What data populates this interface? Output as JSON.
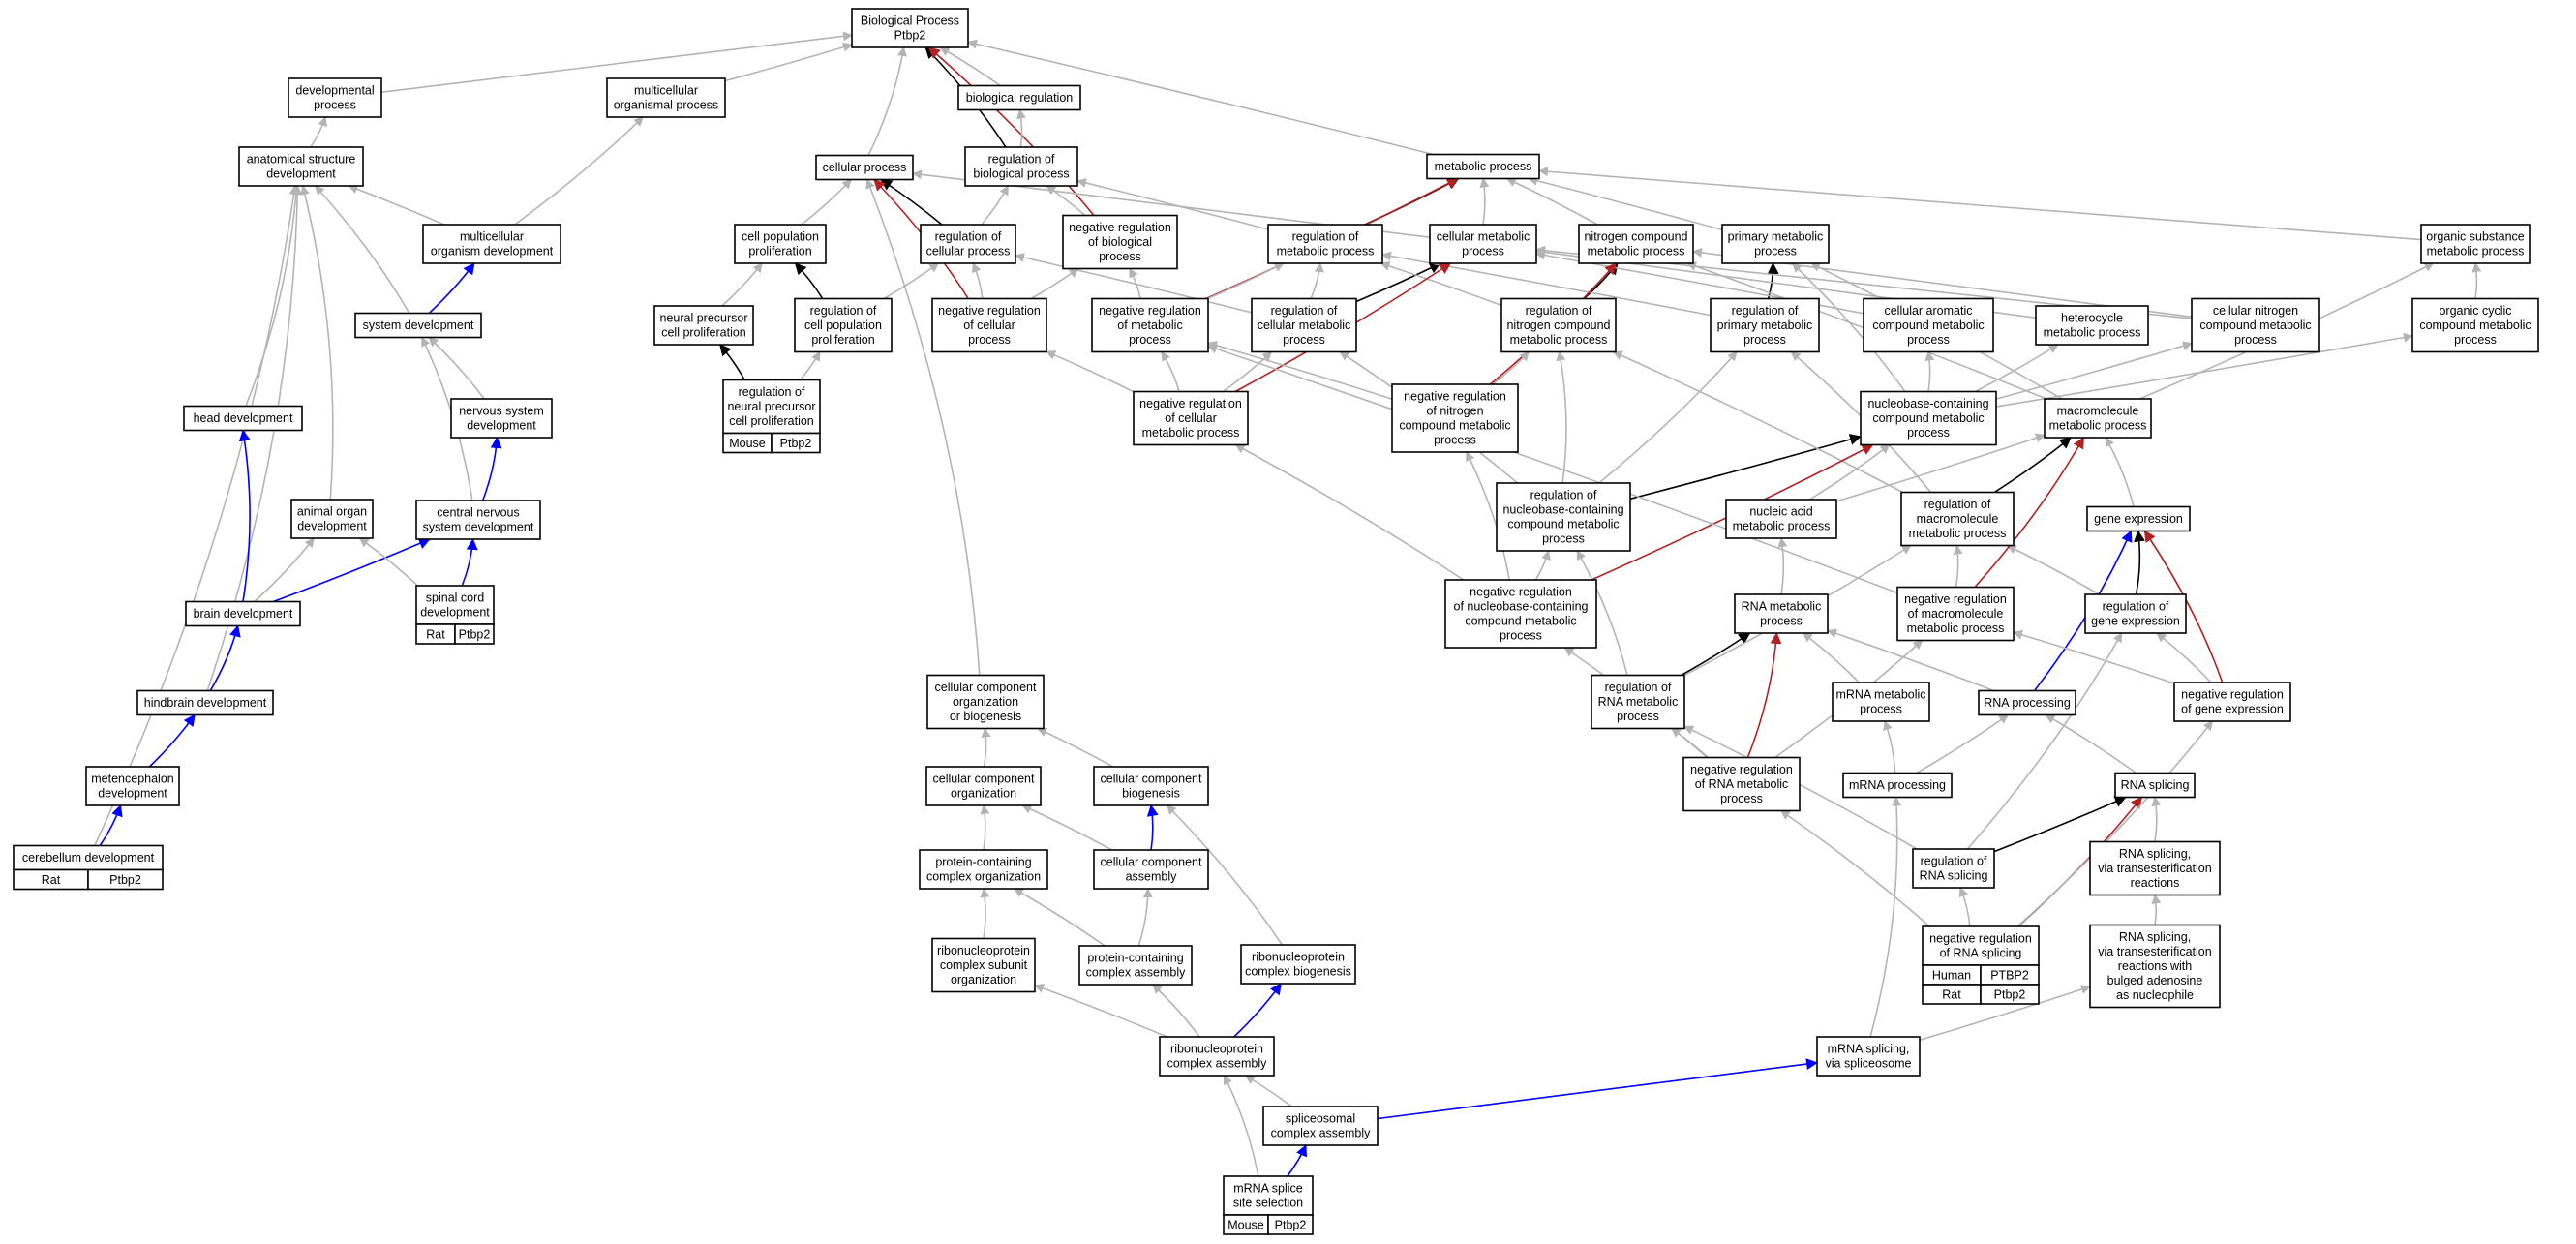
{
  "colors": {
    "is_a": "#b4b4b4",
    "regulates": "#000000",
    "negatively_regulates": "#b22222",
    "part_of": "#0000ff",
    "mouse": "#add8e6",
    "rat": "#ffd700",
    "human": "#f4624a"
  },
  "nodes": [
    {
      "id": "bp",
      "lines": [
        "Biological Process",
        "Ptbp2"
      ]
    },
    {
      "id": "devproc",
      "lines": [
        "developmental",
        "process"
      ]
    },
    {
      "id": "mop",
      "lines": [
        "multicellular",
        "organismal process"
      ]
    },
    {
      "id": "bioreg",
      "lines": [
        "biological regulation"
      ]
    },
    {
      "id": "asd",
      "lines": [
        "anatomical structure",
        "development"
      ]
    },
    {
      "id": "cellproc",
      "lines": [
        "cellular process"
      ]
    },
    {
      "id": "regbp",
      "lines": [
        "regulation of",
        "biological process"
      ]
    },
    {
      "id": "metproc",
      "lines": [
        "metabolic process"
      ]
    },
    {
      "id": "mod",
      "lines": [
        "multicellular",
        "organism development"
      ]
    },
    {
      "id": "cpp",
      "lines": [
        "cell population",
        "proliferation"
      ]
    },
    {
      "id": "regcp",
      "lines": [
        "regulation of",
        "cellular process"
      ]
    },
    {
      "id": "nrbp",
      "lines": [
        "negative regulation",
        "of biological",
        "process"
      ]
    },
    {
      "id": "regmp",
      "lines": [
        "regulation of",
        "metabolic process"
      ]
    },
    {
      "id": "cmp",
      "lines": [
        "cellular metabolic",
        "process"
      ]
    },
    {
      "id": "ncmp",
      "lines": [
        "nitrogen compound",
        "metabolic process"
      ]
    },
    {
      "id": "pmp",
      "lines": [
        "primary metabolic",
        "process"
      ]
    },
    {
      "id": "osmp",
      "lines": [
        "organic substance",
        "metabolic process"
      ]
    },
    {
      "id": "sysdev",
      "lines": [
        "system development"
      ]
    },
    {
      "id": "npcp",
      "lines": [
        "neural precursor",
        "cell proliferation"
      ]
    },
    {
      "id": "regcpp",
      "lines": [
        "regulation of",
        "cell population",
        "proliferation"
      ]
    },
    {
      "id": "nrcp",
      "lines": [
        "negative regulation",
        "of cellular",
        "process"
      ]
    },
    {
      "id": "nrmp",
      "lines": [
        "negative regulation",
        "of metabolic",
        "process"
      ]
    },
    {
      "id": "regcmp",
      "lines": [
        "regulation of",
        "cellular metabolic",
        "process"
      ]
    },
    {
      "id": "regncmp",
      "lines": [
        "regulation of",
        "nitrogen compound",
        "metabolic process"
      ]
    },
    {
      "id": "regpmp",
      "lines": [
        "regulation of",
        "primary metabolic",
        "process"
      ]
    },
    {
      "id": "cacmp",
      "lines": [
        "cellular aromatic",
        "compound metabolic",
        "process"
      ]
    },
    {
      "id": "hmp",
      "lines": [
        "heterocycle",
        "metabolic process"
      ]
    },
    {
      "id": "cncmp",
      "lines": [
        "cellular nitrogen",
        "compound metabolic",
        "process"
      ]
    },
    {
      "id": "occmp",
      "lines": [
        "organic cyclic",
        "compound metabolic",
        "process"
      ]
    },
    {
      "id": "headdev",
      "lines": [
        "head development"
      ]
    },
    {
      "id": "nsd",
      "lines": [
        "nervous system",
        "development"
      ]
    },
    {
      "id": "regnpcp",
      "lines": [
        "regulation of",
        "neural precursor",
        "cell proliferation"
      ],
      "annotations": [
        {
          "species": "Mouse",
          "gene": "Ptbp2",
          "color": "mouse"
        }
      ]
    },
    {
      "id": "nrcmp",
      "lines": [
        "negative regulation",
        "of cellular",
        "metabolic process"
      ]
    },
    {
      "id": "nrncmp",
      "lines": [
        "negative regulation",
        "of nitrogen",
        "compound metabolic",
        "process"
      ]
    },
    {
      "id": "nbcmp",
      "lines": [
        "nucleobase-containing",
        "compound metabolic",
        "process"
      ]
    },
    {
      "id": "macmp",
      "lines": [
        "macromolecule",
        "metabolic process"
      ]
    },
    {
      "id": "aod",
      "lines": [
        "animal organ",
        "development"
      ]
    },
    {
      "id": "cnsd",
      "lines": [
        "central nervous",
        "system development"
      ]
    },
    {
      "id": "regnbcmp",
      "lines": [
        "regulation of",
        "nucleobase-containing",
        "compound metabolic",
        "process"
      ]
    },
    {
      "id": "namp",
      "lines": [
        "nucleic acid",
        "metabolic process"
      ]
    },
    {
      "id": "regmacmp",
      "lines": [
        "regulation of",
        "macromolecule",
        "metabolic process"
      ]
    },
    {
      "id": "geneexp",
      "lines": [
        "gene expression"
      ]
    },
    {
      "id": "braindev",
      "lines": [
        "brain development"
      ]
    },
    {
      "id": "scd",
      "lines": [
        "spinal cord",
        "development"
      ],
      "annotations": [
        {
          "species": "Rat",
          "gene": "Ptbp2",
          "color": "rat"
        }
      ]
    },
    {
      "id": "nrnbcmp",
      "lines": [
        "negative regulation",
        "of nucleobase-containing",
        "compound metabolic",
        "process"
      ]
    },
    {
      "id": "rnamp",
      "lines": [
        "RNA metabolic",
        "process"
      ]
    },
    {
      "id": "nrmacmp",
      "lines": [
        "negative regulation",
        "of macromolecule",
        "metabolic process"
      ]
    },
    {
      "id": "reggeneexp",
      "lines": [
        "regulation of",
        "gene expression"
      ]
    },
    {
      "id": "ccob",
      "lines": [
        "cellular component",
        "organization",
        "or biogenesis"
      ]
    },
    {
      "id": "hbd",
      "lines": [
        "hindbrain development"
      ]
    },
    {
      "id": "regrnamp",
      "lines": [
        "regulation of",
        "RNA metabolic",
        "process"
      ]
    },
    {
      "id": "mrnamp",
      "lines": [
        "mRNA metabolic",
        "process"
      ]
    },
    {
      "id": "rnaproc",
      "lines": [
        "RNA processing"
      ]
    },
    {
      "id": "nrgeneexp",
      "lines": [
        "negative regulation",
        "of gene expression"
      ]
    },
    {
      "id": "ccorg",
      "lines": [
        "cellular component",
        "organization"
      ]
    },
    {
      "id": "ccbio",
      "lines": [
        "cellular component",
        "biogenesis"
      ]
    },
    {
      "id": "metd",
      "lines": [
        "metencephalon",
        "development"
      ]
    },
    {
      "id": "nrrnamp",
      "lines": [
        "negative regulation",
        "of RNA metabolic",
        "process"
      ]
    },
    {
      "id": "mrnaproc",
      "lines": [
        "mRNA processing"
      ]
    },
    {
      "id": "rnasplicing",
      "lines": [
        "RNA splicing"
      ]
    },
    {
      "id": "cbd",
      "lines": [
        "cerebellum development"
      ],
      "annotations": [
        {
          "species": "Rat",
          "gene": "Ptbp2",
          "color": "rat"
        }
      ]
    },
    {
      "id": "pcco",
      "lines": [
        "protein-containing",
        "complex organization"
      ]
    },
    {
      "id": "cca",
      "lines": [
        "cellular component",
        "assembly"
      ]
    },
    {
      "id": "regrnas",
      "lines": [
        "regulation of",
        "RNA splicing"
      ]
    },
    {
      "id": "rnastr",
      "lines": [
        "RNA splicing,",
        "via transesterification",
        "reactions"
      ]
    },
    {
      "id": "rnpcso",
      "lines": [
        "ribonucleoprotein",
        "complex subunit",
        "organization"
      ]
    },
    {
      "id": "pcca",
      "lines": [
        "protein-containing",
        "complex assembly"
      ]
    },
    {
      "id": "rnpcb",
      "lines": [
        "ribonucleoprotein",
        "complex biogenesis"
      ]
    },
    {
      "id": "nrrnas",
      "lines": [
        "negative regulation",
        "of RNA splicing"
      ],
      "annotations": [
        {
          "species": "Human",
          "gene": "PTBP2",
          "color": "human"
        },
        {
          "species": "Rat",
          "gene": "Ptbp2",
          "color": "rat"
        }
      ]
    },
    {
      "id": "rnastrba",
      "lines": [
        "RNA splicing,",
        "via transesterification",
        "reactions with",
        "bulged adenosine",
        "as nucleophile"
      ]
    },
    {
      "id": "rnpca",
      "lines": [
        "ribonucleoprotein",
        "complex assembly"
      ]
    },
    {
      "id": "mrnass",
      "lines": [
        "mRNA splicing,",
        "via spliceosome"
      ]
    },
    {
      "id": "scass",
      "lines": [
        "spliceosomal",
        "complex assembly"
      ]
    },
    {
      "id": "mrnassel",
      "lines": [
        "mRNA splice",
        "site selection"
      ],
      "annotations": [
        {
          "species": "Mouse",
          "gene": "Ptbp2",
          "color": "mouse"
        }
      ]
    }
  ],
  "edges": [
    [
      "devproc",
      "bp",
      "is_a"
    ],
    [
      "mop",
      "bp",
      "is_a"
    ],
    [
      "bioreg",
      "bp",
      "is_a"
    ],
    [
      "cellproc",
      "bp",
      "is_a"
    ],
    [
      "regbp",
      "bp",
      "regulates"
    ],
    [
      "nrbp",
      "bp",
      "negatively_regulates"
    ],
    [
      "metproc",
      "bp",
      "is_a"
    ],
    [
      "asd",
      "devproc",
      "is_a"
    ],
    [
      "mod",
      "mop",
      "is_a"
    ],
    [
      "regbp",
      "bioreg",
      "is_a"
    ],
    [
      "mod",
      "asd",
      "is_a"
    ],
    [
      "sysdev",
      "asd",
      "is_a"
    ],
    [
      "headdev",
      "asd",
      "is_a"
    ],
    [
      "aod",
      "asd",
      "is_a"
    ],
    [
      "hbd",
      "asd",
      "is_a"
    ],
    [
      "cbd",
      "asd",
      "is_a"
    ],
    [
      "sysdev",
      "mod",
      "part_of"
    ],
    [
      "nsd",
      "sysdev",
      "is_a"
    ],
    [
      "cnsd",
      "sysdev",
      "is_a"
    ],
    [
      "cnsd",
      "nsd",
      "part_of"
    ],
    [
      "braindev",
      "cnsd",
      "part_of"
    ],
    [
      "scd",
      "cnsd",
      "part_of"
    ],
    [
      "braindev",
      "headdev",
      "part_of"
    ],
    [
      "braindev",
      "aod",
      "is_a"
    ],
    [
      "scd",
      "aod",
      "is_a"
    ],
    [
      "hbd",
      "braindev",
      "part_of"
    ],
    [
      "metd",
      "hbd",
      "part_of"
    ],
    [
      "cbd",
      "metd",
      "part_of"
    ],
    [
      "cpp",
      "cellproc",
      "is_a"
    ],
    [
      "regcp",
      "cellproc",
      "regulates"
    ],
    [
      "regcp",
      "regbp",
      "is_a"
    ],
    [
      "nrcp",
      "cellproc",
      "negatively_regulates"
    ],
    [
      "nrcp",
      "regcp",
      "is_a"
    ],
    [
      "nrcp",
      "nrbp",
      "is_a"
    ],
    [
      "nrbp",
      "regbp",
      "is_a"
    ],
    [
      "regcpp",
      "cpp",
      "regulates"
    ],
    [
      "regcpp",
      "regcp",
      "is_a"
    ],
    [
      "npcp",
      "cpp",
      "is_a"
    ],
    [
      "regnpcp",
      "npcp",
      "regulates"
    ],
    [
      "regnpcp",
      "regcpp",
      "is_a"
    ],
    [
      "regmp",
      "metproc",
      "regulates"
    ],
    [
      "regmp",
      "regbp",
      "is_a"
    ],
    [
      "cmp",
      "metproc",
      "is_a"
    ],
    [
      "cmp",
      "cellproc",
      "is_a"
    ],
    [
      "ncmp",
      "metproc",
      "is_a"
    ],
    [
      "pmp",
      "metproc",
      "is_a"
    ],
    [
      "osmp",
      "metproc",
      "is_a"
    ],
    [
      "nrmp",
      "metproc",
      "negatively_regulates"
    ],
    [
      "nrmp",
      "regmp",
      "is_a"
    ],
    [
      "nrmp",
      "nrbp",
      "is_a"
    ],
    [
      "regcmp",
      "cmp",
      "regulates"
    ],
    [
      "regcmp",
      "regmp",
      "is_a"
    ],
    [
      "regcmp",
      "regcp",
      "is_a"
    ],
    [
      "regncmp",
      "ncmp",
      "regulates"
    ],
    [
      "regncmp",
      "regmp",
      "is_a"
    ],
    [
      "regpmp",
      "pmp",
      "regulates"
    ],
    [
      "regpmp",
      "regmp",
      "is_a"
    ],
    [
      "cacmp",
      "cmp",
      "is_a"
    ],
    [
      "hmp",
      "cmp",
      "is_a"
    ],
    [
      "cncmp",
      "cmp",
      "is_a"
    ],
    [
      "cncmp",
      "ncmp",
      "is_a"
    ],
    [
      "occmp",
      "osmp",
      "is_a"
    ],
    [
      "nrcmp",
      "cmp",
      "negatively_regulates"
    ],
    [
      "nrcmp",
      "regcmp",
      "is_a"
    ],
    [
      "nrcmp",
      "nrmp",
      "is_a"
    ],
    [
      "nrcmp",
      "nrcp",
      "is_a"
    ],
    [
      "nrncmp",
      "ncmp",
      "negatively_regulates"
    ],
    [
      "nrncmp",
      "regncmp",
      "is_a"
    ],
    [
      "nrncmp",
      "nrmp",
      "is_a"
    ],
    [
      "nbcmp",
      "cacmp",
      "is_a"
    ],
    [
      "nbcmp",
      "hmp",
      "is_a"
    ],
    [
      "nbcmp",
      "cncmp",
      "is_a"
    ],
    [
      "nbcmp",
      "occmp",
      "is_a"
    ],
    [
      "nbcmp",
      "pmp",
      "is_a"
    ],
    [
      "macmp",
      "pmp",
      "is_a"
    ],
    [
      "macmp",
      "osmp",
      "is_a"
    ],
    [
      "macmp",
      "ncmp",
      "is_a"
    ],
    [
      "regnbcmp",
      "nbcmp",
      "regulates"
    ],
    [
      "regnbcmp",
      "regcmp",
      "is_a"
    ],
    [
      "regnbcmp",
      "regncmp",
      "is_a"
    ],
    [
      "regnbcmp",
      "regpmp",
      "is_a"
    ],
    [
      "namp",
      "nbcmp",
      "is_a"
    ],
    [
      "namp",
      "macmp",
      "is_a"
    ],
    [
      "regmacmp",
      "macmp",
      "regulates"
    ],
    [
      "regmacmp",
      "regpmp",
      "is_a"
    ],
    [
      "regmacmp",
      "regncmp",
      "is_a"
    ],
    [
      "geneexp",
      "macmp",
      "is_a"
    ],
    [
      "reggeneexp",
      "geneexp",
      "regulates"
    ],
    [
      "reggeneexp",
      "regmacmp",
      "is_a"
    ],
    [
      "nrnbcmp",
      "nbcmp",
      "negatively_regulates"
    ],
    [
      "nrnbcmp",
      "regnbcmp",
      "is_a"
    ],
    [
      "nrnbcmp",
      "nrncmp",
      "is_a"
    ],
    [
      "nrnbcmp",
      "nrcmp",
      "is_a"
    ],
    [
      "rnamp",
      "namp",
      "is_a"
    ],
    [
      "nrmacmp",
      "macmp",
      "negatively_regulates"
    ],
    [
      "nrmacmp",
      "regmacmp",
      "is_a"
    ],
    [
      "nrmacmp",
      "nrmp",
      "is_a"
    ],
    [
      "regrnamp",
      "rnamp",
      "regulates"
    ],
    [
      "regrnamp",
      "regnbcmp",
      "is_a"
    ],
    [
      "regrnamp",
      "regmacmp",
      "is_a"
    ],
    [
      "mrnamp",
      "rnamp",
      "is_a"
    ],
    [
      "rnaproc",
      "rnamp",
      "is_a"
    ],
    [
      "rnaproc",
      "geneexp",
      "part_of"
    ],
    [
      "nrgeneexp",
      "geneexp",
      "negatively_regulates"
    ],
    [
      "nrgeneexp",
      "reggeneexp",
      "is_a"
    ],
    [
      "nrgeneexp",
      "nrmacmp",
      "is_a"
    ],
    [
      "nrrnamp",
      "rnamp",
      "negatively_regulates"
    ],
    [
      "nrrnamp",
      "regrnamp",
      "is_a"
    ],
    [
      "nrrnamp",
      "nrnbcmp",
      "is_a"
    ],
    [
      "nrrnamp",
      "nrmacmp",
      "is_a"
    ],
    [
      "mrnaproc",
      "mrnamp",
      "is_a"
    ],
    [
      "mrnaproc",
      "rnaproc",
      "is_a"
    ],
    [
      "rnasplicing",
      "rnaproc",
      "is_a"
    ],
    [
      "regrnas",
      "rnasplicing",
      "regulates"
    ],
    [
      "regrnas",
      "regrnamp",
      "is_a"
    ],
    [
      "regrnas",
      "reggeneexp",
      "is_a"
    ],
    [
      "rnastr",
      "rnasplicing",
      "is_a"
    ],
    [
      "nrrnas",
      "rnasplicing",
      "negatively_regulates"
    ],
    [
      "nrrnas",
      "regrnas",
      "is_a"
    ],
    [
      "nrrnas",
      "nrrnamp",
      "is_a"
    ],
    [
      "nrrnas",
      "nrgeneexp",
      "is_a"
    ],
    [
      "rnastrba",
      "rnastr",
      "is_a"
    ],
    [
      "mrnass",
      "mrnaproc",
      "is_a"
    ],
    [
      "mrnass",
      "rnastrba",
      "is_a"
    ],
    [
      "ccob",
      "cellproc",
      "is_a"
    ],
    [
      "ccorg",
      "ccob",
      "is_a"
    ],
    [
      "ccbio",
      "ccob",
      "is_a"
    ],
    [
      "pcco",
      "ccorg",
      "is_a"
    ],
    [
      "cca",
      "ccbio",
      "part_of"
    ],
    [
      "cca",
      "ccorg",
      "is_a"
    ],
    [
      "rnpcso",
      "pcco",
      "is_a"
    ],
    [
      "pcca",
      "pcco",
      "is_a"
    ],
    [
      "pcca",
      "cca",
      "is_a"
    ],
    [
      "rnpcb",
      "ccbio",
      "is_a"
    ],
    [
      "rnpca",
      "rnpcso",
      "is_a"
    ],
    [
      "rnpca",
      "pcca",
      "is_a"
    ],
    [
      "rnpca",
      "rnpcb",
      "part_of"
    ],
    [
      "scass",
      "rnpca",
      "is_a"
    ],
    [
      "scass",
      "mrnass",
      "part_of"
    ],
    [
      "mrnassel",
      "rnpca",
      "is_a"
    ],
    [
      "mrnassel",
      "scass",
      "part_of"
    ]
  ]
}
